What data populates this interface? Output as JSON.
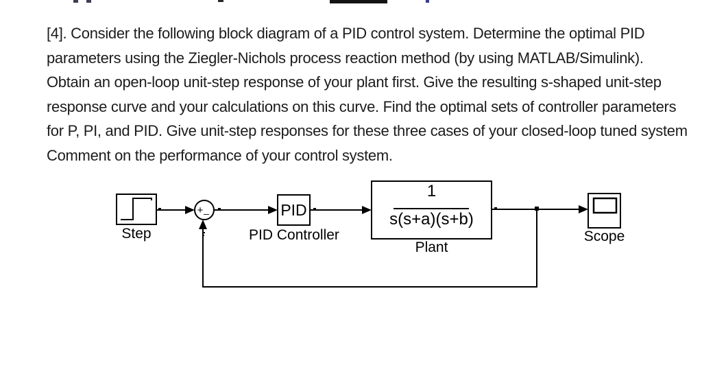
{
  "problem": {
    "lines": [
      "[4]. Consider the following block diagram of a PID control system. Determine the optimal PID",
      "parameters using the Ziegler-Nichols process reaction method (by using MATLAB/Simulink).",
      "Obtain an open-loop unit-step response of your plant first. Give the resulting s-shaped unit-step",
      "response curve and your calculations on this curve. Find the optimal sets of controller parameters",
      "for P, PI, and PID. Give unit-step responses for these three cases of your closed-loop tuned system",
      "Comment on the performance of your control system."
    ]
  },
  "diagram": {
    "step": {
      "label": "Step"
    },
    "sum": {
      "plus_sign": "+",
      "minus_sign": "_"
    },
    "pid": {
      "block_text": "PID",
      "label": "PID Controller"
    },
    "plant": {
      "numerator": "1",
      "denominator": "s(s+a)(s+b)",
      "label": "Plant"
    },
    "scope": {
      "label": "Scope"
    },
    "colors": {
      "line": "#000000",
      "text": "#1c1c1c",
      "background": "#ffffff"
    }
  }
}
